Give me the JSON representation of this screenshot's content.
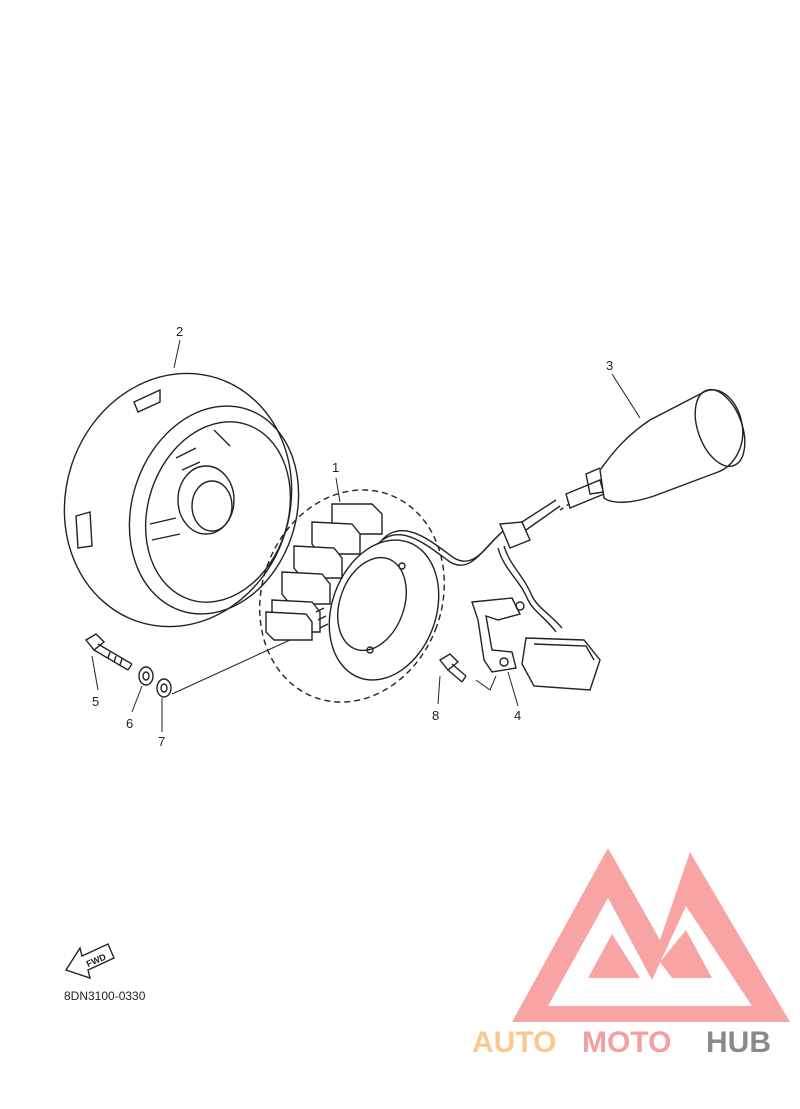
{
  "diagram": {
    "callouts": [
      {
        "id": "1",
        "label": "1"
      },
      {
        "id": "2",
        "label": "2"
      },
      {
        "id": "3",
        "label": "3"
      },
      {
        "id": "4",
        "label": "4"
      },
      {
        "id": "5",
        "label": "5"
      },
      {
        "id": "6",
        "label": "6"
      },
      {
        "id": "7",
        "label": "7"
      },
      {
        "id": "8",
        "label": "8"
      }
    ],
    "fwd_label": "FWD",
    "drawing_code": "8DN3100-0330"
  },
  "watermark": {
    "auto": "AUTO",
    "moto": "MOTO",
    "hub": "HUB",
    "colors": {
      "triangle": "#f79a9a",
      "auto": "#f9c98f",
      "moto": "#f3a0a0",
      "hub": "#8a8a8a"
    }
  }
}
